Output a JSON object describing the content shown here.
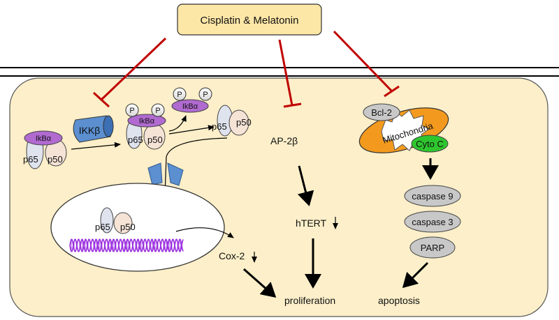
{
  "header": {
    "drug_label": "Cisplatin & Melatonin"
  },
  "nfkb": {
    "ikba": "IkBα",
    "ikkb": "IKKβ",
    "p65": "p65",
    "p50": "p50",
    "p": "P"
  },
  "ap2": {
    "ap2b": "AP-2β",
    "htert": "hTERT",
    "proliferation": "proliferation",
    "cox2": "Cox-2"
  },
  "mito": {
    "bcl2": "Bcl-2",
    "mitochondria": "Mitochondria",
    "cytoc": "Cyto C",
    "casp9": "caspase 9",
    "casp3": "caspase 3",
    "parp": "PARP",
    "apoptosis": "apoptosis"
  },
  "colors": {
    "cell_fill": "#fcefc9",
    "inhibit": "#c00000",
    "ikba_purple": "#b06ad0",
    "ikkb_blue": "#5b8fd0",
    "mito_orange": "#f39a1e",
    "cytoc_green": "#2ec62e",
    "caspase_grey": "#c8c8c8",
    "dna_purple": "#9b30e0",
    "receptor_blue": "#5b8fd0"
  }
}
